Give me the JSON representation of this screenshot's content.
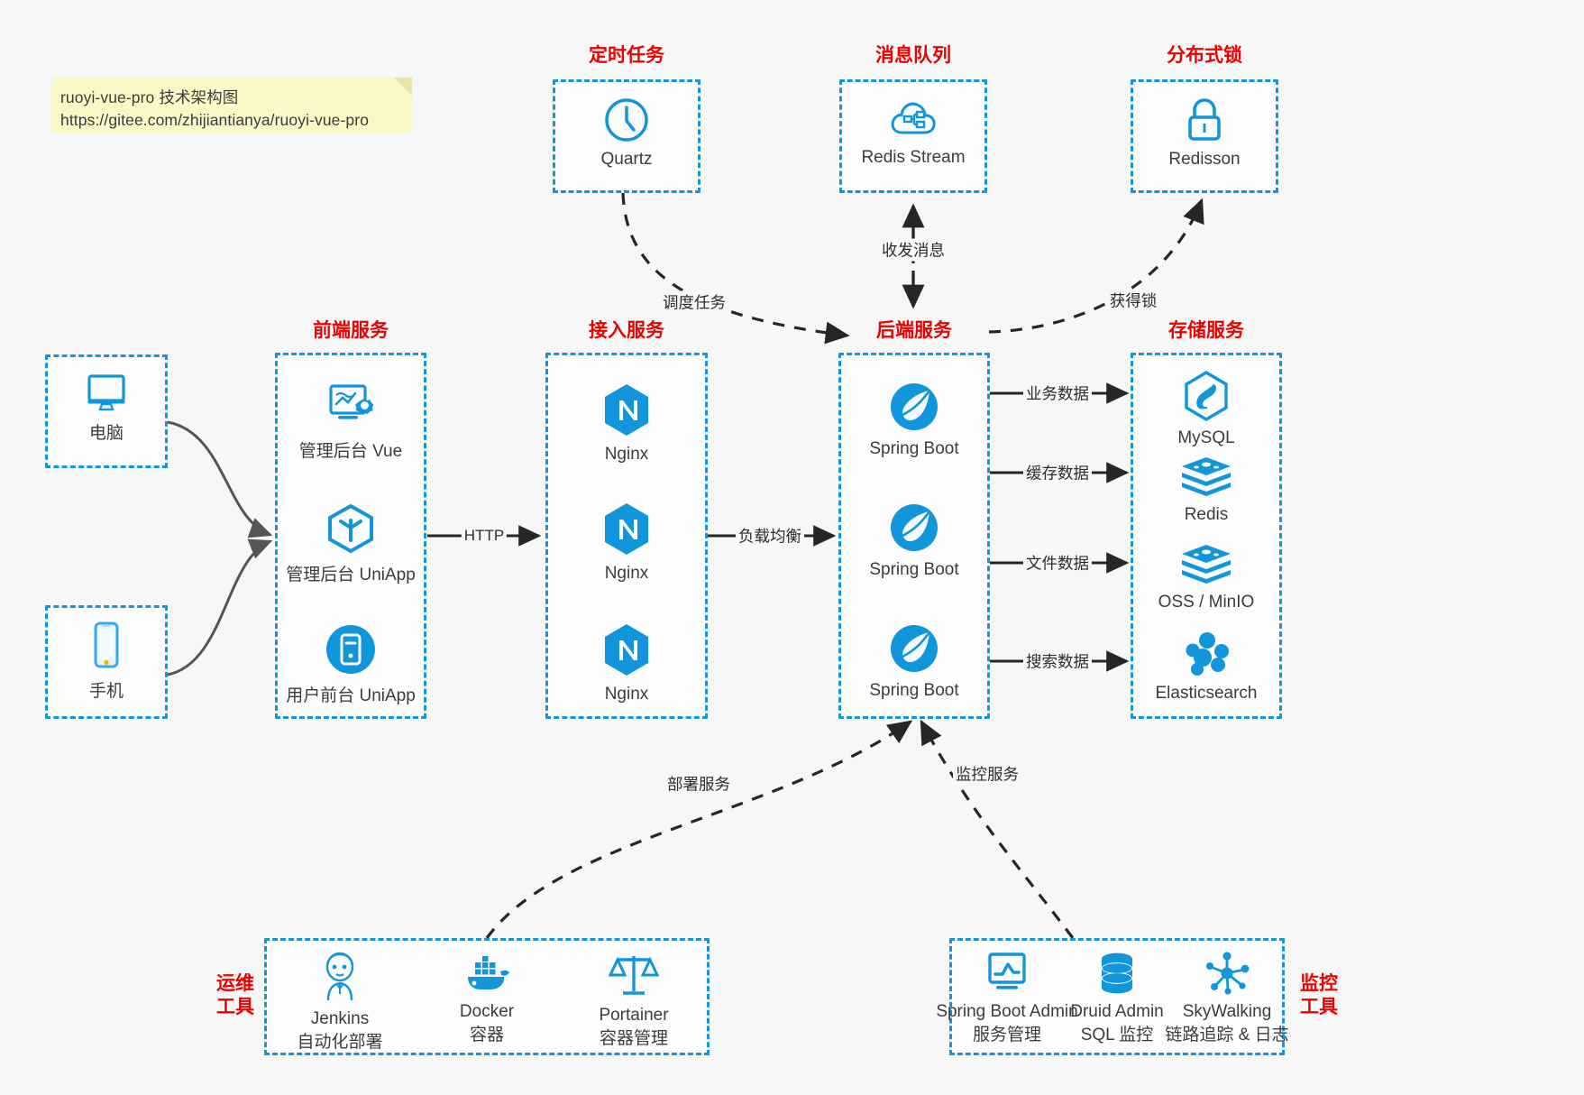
{
  "note": {
    "line1": "ruoyi-vue-pro 技术架构图",
    "line2": "https://gitee.com/zhijiantianya/ruoyi-vue-pro"
  },
  "colors": {
    "accent": "#1296db",
    "group_title": "#ec0000",
    "background": "#f7f7f7",
    "note_bg": "#fbf8c8",
    "edge": "#262626",
    "client_edge": "#555555"
  },
  "groups": {
    "scheduled_task": {
      "title": "定时任务"
    },
    "message_queue": {
      "title": "消息队列"
    },
    "distributed_lock": {
      "title": "分布式锁"
    },
    "frontend": {
      "title": "前端服务"
    },
    "gateway": {
      "title": "接入服务"
    },
    "backend": {
      "title": "后端服务"
    },
    "storage": {
      "title": "存储服务"
    },
    "devops": {
      "title": "运维\n工具",
      "title_l1": "运维",
      "title_l2": "工具"
    },
    "monitor": {
      "title": "监控\n工具",
      "title_l1": "监控",
      "title_l2": "工具"
    }
  },
  "nodes": {
    "quartz": {
      "label": "Quartz",
      "icon": "clock-icon"
    },
    "redis_stream": {
      "label": "Redis Stream",
      "icon": "cloud-queue-icon"
    },
    "redisson": {
      "label": "Redisson",
      "icon": "lock-icon"
    },
    "pc": {
      "label": "电脑",
      "icon": "desktop-icon"
    },
    "phone": {
      "label": "手机",
      "icon": "mobile-icon"
    },
    "admin_vue": {
      "label": "管理后台 Vue",
      "icon": "dashboard-icon"
    },
    "admin_uniapp": {
      "label": "管理后台 UniApp",
      "icon": "cube-icon"
    },
    "user_uniapp": {
      "label": "用户前台 UniApp",
      "icon": "app-icon"
    },
    "nginx1": {
      "label": "Nginx",
      "icon": "nginx-icon"
    },
    "nginx2": {
      "label": "Nginx",
      "icon": "nginx-icon"
    },
    "nginx3": {
      "label": "Nginx",
      "icon": "nginx-icon"
    },
    "springboot1": {
      "label": "Spring Boot",
      "icon": "spring-leaf-icon"
    },
    "springboot2": {
      "label": "Spring Boot",
      "icon": "spring-leaf-icon"
    },
    "springboot3": {
      "label": "Spring Boot",
      "icon": "spring-leaf-icon"
    },
    "mysql": {
      "label": "MySQL",
      "icon": "mysql-dolphin-icon"
    },
    "redis": {
      "label": "Redis",
      "icon": "redis-stack-icon"
    },
    "oss": {
      "label": "OSS / MinIO",
      "icon": "redis-stack-icon"
    },
    "elasticsearch": {
      "label": "Elasticsearch",
      "icon": "elasticsearch-icon"
    },
    "jenkins": {
      "label": "Jenkins",
      "sub": "自动化部署",
      "icon": "jenkins-butler-icon"
    },
    "docker": {
      "label": "Docker",
      "sub": "容器",
      "icon": "docker-whale-icon"
    },
    "portainer": {
      "label": "Portainer",
      "sub": "容器管理",
      "icon": "scales-icon"
    },
    "sba": {
      "label": "Spring Boot Admin",
      "sub": "服务管理",
      "icon": "monitor-chart-icon"
    },
    "druid": {
      "label": "Druid Admin",
      "sub": "SQL 监控",
      "icon": "database-icon"
    },
    "skywalking": {
      "label": "SkyWalking",
      "sub": "链路追踪 & 日志",
      "icon": "network-nodes-icon"
    }
  },
  "edges": {
    "http": "HTTP",
    "load_balance": "负载均衡",
    "schedule_task": "调度任务",
    "send_receive_message": "收发消息",
    "acquire_lock": "获得锁",
    "business_data": "业务数据",
    "cache_data": "缓存数据",
    "file_data": "文件数据",
    "search_data": "搜索数据",
    "deploy_service": "部署服务",
    "monitor_service": "监控服务"
  }
}
